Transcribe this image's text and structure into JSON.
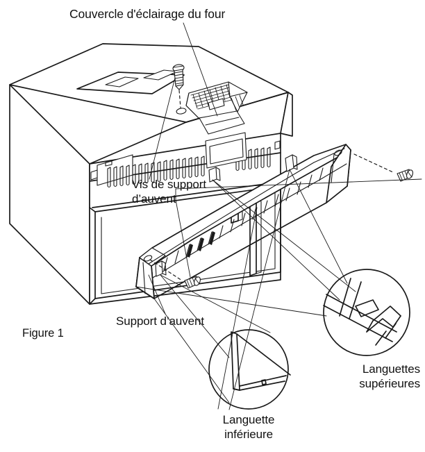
{
  "figure": {
    "caption": "Figure 1",
    "title_label": "Couvercle d'éclairage du four",
    "subject": "oven-valance-exploded-view",
    "language": "fr"
  },
  "labels": {
    "oven_light_cover": "Couvercle d'éclairage du four",
    "valance_support_screw_line1": "Vis de support",
    "valance_support_screw_line2": "d’auvent",
    "valance_support": "Support d’auvent",
    "upper_tabs_line1": "Languettes",
    "upper_tabs_line2": "supérieures",
    "lower_tab_line1": "Languette",
    "lower_tab_line2": "inférieure",
    "figure_caption": "Figure 1"
  },
  "parts": [
    {
      "id": "oven-body",
      "name": "Oven cabinet"
    },
    {
      "id": "oven-light-cover",
      "name": "Couvercle d'éclairage du four"
    },
    {
      "id": "valance",
      "name": "Support d’auvent"
    },
    {
      "id": "screw-top",
      "name": "Vis de support d’auvent"
    },
    {
      "id": "screw-left",
      "name": "Vis de support d’auvent"
    },
    {
      "id": "screw-right",
      "name": "Vis de support d’auvent"
    },
    {
      "id": "upper-tabs-detail",
      "name": "Languettes supérieures"
    },
    {
      "id": "lower-tab-detail",
      "name": "Languette inférieure"
    }
  ],
  "colors": {
    "line": "#1a1a1a",
    "background": "#ffffff",
    "fill": "#ffffff",
    "text": "#111111"
  }
}
